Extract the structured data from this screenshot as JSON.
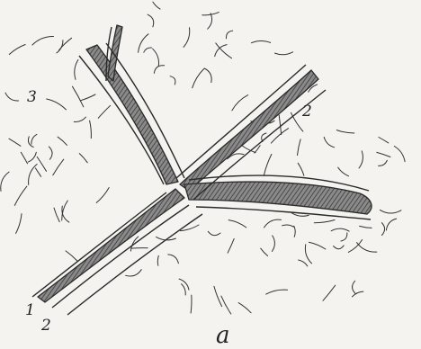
{
  "figure": {
    "caption": "a",
    "labels": {
      "label_1": "1",
      "label_2_bottom": "2",
      "label_2_right": "2",
      "label_3": "3"
    },
    "colors": {
      "paper": "#f4f3ef",
      "ink": "#2a2a2a",
      "vessel_fill": "#6f6f6f"
    }
  }
}
